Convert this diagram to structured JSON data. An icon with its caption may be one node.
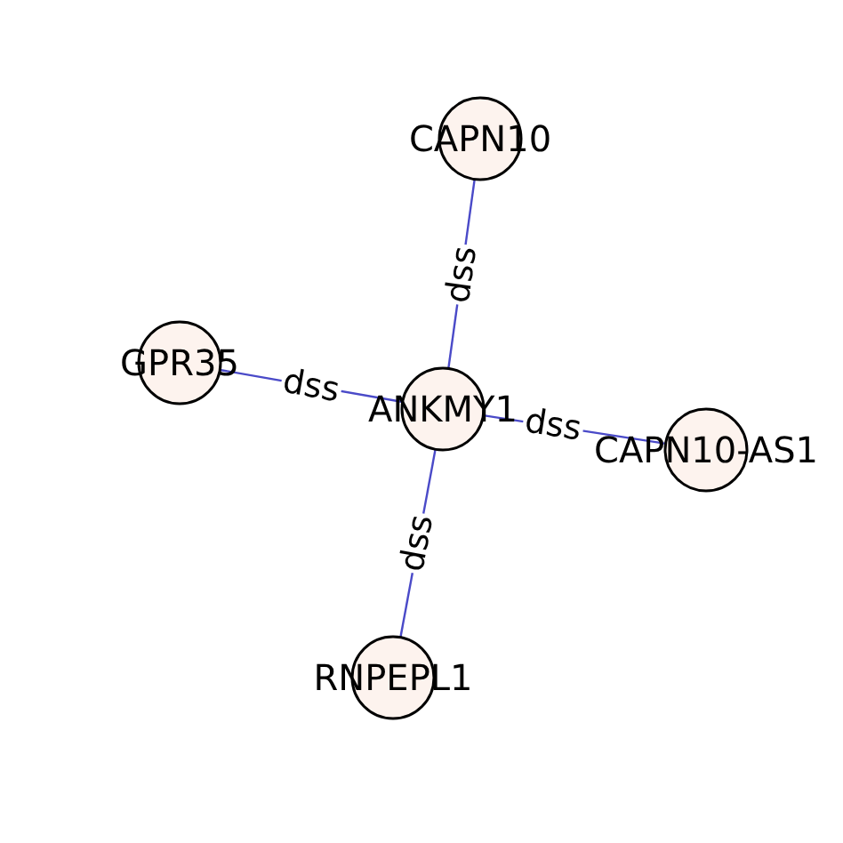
{
  "diagram": {
    "nodes": [
      {
        "text": [
          "CAPN10"
        ]
      },
      {
        "text": [
          "GPR35"
        ]
      },
      {
        "text": [
          "ANKMY1"
        ]
      },
      {
        "text": [
          "CAPN10-AS1"
        ]
      },
      {
        "text": [
          "RNPEPL1"
        ]
      }
    ],
    "edges": [
      {
        "from": 2,
        "to": 0,
        "arrow": "none",
        "label": "dss"
      },
      {
        "from": 2,
        "to": 1,
        "arrow": "none",
        "label": "dss"
      },
      {
        "from": 2,
        "to": 3,
        "arrow": "none",
        "label": "dss"
      },
      {
        "from": 2,
        "to": 4,
        "arrow": "none",
        "label": "dss"
      }
    ]
  }
}
